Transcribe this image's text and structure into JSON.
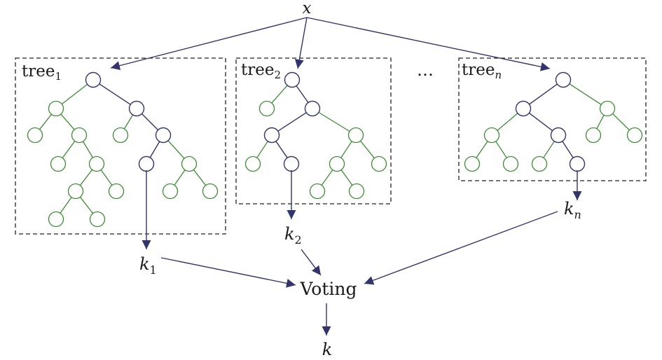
{
  "input_label": "x",
  "trees": [
    {
      "name": "tree",
      "sub": "1",
      "sub_italic": false
    },
    {
      "name": "tree",
      "sub": "2",
      "sub_italic": false
    },
    {
      "name": "tree",
      "sub": "n",
      "sub_italic": true
    }
  ],
  "ellipsis": "…",
  "outputs": [
    {
      "base": "k",
      "sub": "1",
      "sub_italic": false
    },
    {
      "base": "k",
      "sub": "2",
      "sub_italic": false
    },
    {
      "base": "k",
      "sub": "n",
      "sub_italic": true
    }
  ],
  "voting_label": "Voting",
  "final_label": "k",
  "colors": {
    "path": "#32346b",
    "other_branch": "#3e8a36",
    "box_border": "#222222"
  }
}
